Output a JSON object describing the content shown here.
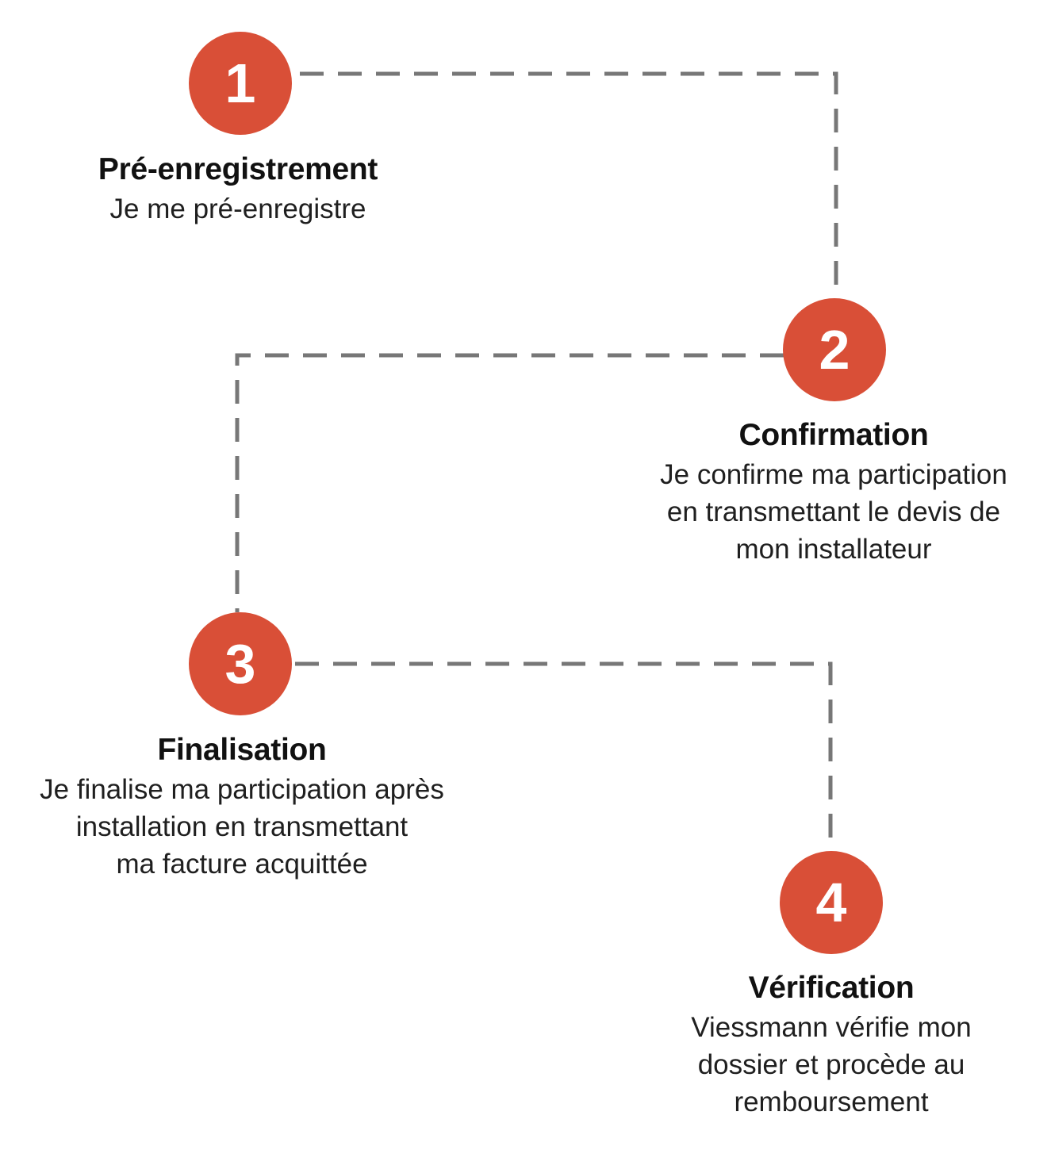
{
  "colors": {
    "accent": "#d94f37",
    "connector": "#777777"
  },
  "steps": [
    {
      "number": "1",
      "title": "Pré-enregistrement",
      "description_lines": [
        "Je me pré-enregistre"
      ]
    },
    {
      "number": "2",
      "title": "Confirmation",
      "description_lines": [
        "Je confirme ma participation",
        "en transmettant le devis de",
        "mon installateur"
      ]
    },
    {
      "number": "3",
      "title": "Finalisation",
      "description_lines": [
        "Je finalise ma participation après",
        "installation en transmettant",
        "ma facture acquittée"
      ]
    },
    {
      "number": "4",
      "title": "Vérification",
      "description_lines": [
        "Viessmann vérifie mon",
        "dossier et procède au",
        "remboursement"
      ]
    }
  ]
}
